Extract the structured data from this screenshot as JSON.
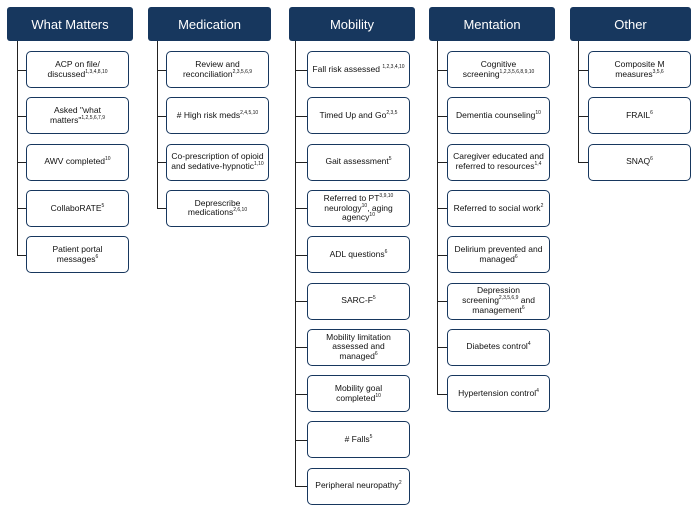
{
  "columns": [
    {
      "id": "what-matters",
      "header": "What Matters",
      "items": [
        {
          "parts": [
            {
              "t": "ACP on file/ discussed"
            },
            {
              "s": "1,3,4,8,10"
            }
          ]
        },
        {
          "parts": [
            {
              "t": "Asked \"what matters\""
            },
            {
              "s": "1,2,5,6,7,9"
            }
          ]
        },
        {
          "parts": [
            {
              "t": "AWV  completed"
            },
            {
              "s": "10"
            }
          ]
        },
        {
          "parts": [
            {
              "t": "CollaboRATE"
            },
            {
              "s": "5"
            }
          ]
        },
        {
          "parts": [
            {
              "t": "Patient portal messages"
            },
            {
              "s": "6"
            }
          ]
        }
      ]
    },
    {
      "id": "medication",
      "header": "Medication",
      "items": [
        {
          "parts": [
            {
              "t": "Review and reconciliation"
            },
            {
              "s": "2,3,5,6,9"
            }
          ]
        },
        {
          "parts": [
            {
              "t": "# High risk meds"
            },
            {
              "s": "2,4,5,10"
            }
          ]
        },
        {
          "parts": [
            {
              "t": "Co-prescription of opioid and sedative-hypnotic"
            },
            {
              "s": "1,10"
            }
          ]
        },
        {
          "parts": [
            {
              "t": "Deprescribe medications"
            },
            {
              "s": "2,6,10"
            }
          ]
        }
      ]
    },
    {
      "id": "mobility",
      "header": "Mobility",
      "items": [
        {
          "parts": [
            {
              "t": "Fall risk assessed "
            },
            {
              "s": "1,2,3,4,10"
            }
          ]
        },
        {
          "parts": [
            {
              "t": "Timed Up and Go"
            },
            {
              "s": "2,3,5"
            }
          ]
        },
        {
          "parts": [
            {
              "t": "Gait assessment"
            },
            {
              "s": "5"
            }
          ]
        },
        {
          "parts": [
            {
              "t": "Referred to PT"
            },
            {
              "s": "3,9,10"
            },
            {
              "t": " neurology"
            },
            {
              "s": "10"
            },
            {
              "t": ", aging agency"
            },
            {
              "s": "10"
            }
          ]
        },
        {
          "parts": [
            {
              "t": "ADL questions"
            },
            {
              "s": "6"
            }
          ]
        },
        {
          "parts": [
            {
              "t": "SARC-F"
            },
            {
              "s": "5"
            }
          ]
        },
        {
          "parts": [
            {
              "t": "Mobility limitation assessed and managed"
            },
            {
              "s": "6"
            }
          ]
        },
        {
          "parts": [
            {
              "t": "Mobility goal completed"
            },
            {
              "s": "10"
            }
          ]
        },
        {
          "parts": [
            {
              "t": "# Falls"
            },
            {
              "s": "5"
            }
          ]
        },
        {
          "parts": [
            {
              "t": "Peripheral neuropathy"
            },
            {
              "s": "2"
            }
          ]
        }
      ]
    },
    {
      "id": "mentation",
      "header": "Mentation",
      "items": [
        {
          "parts": [
            {
              "t": "Cognitive screening"
            },
            {
              "s": "1,2,3,5,6,8,9,10"
            }
          ]
        },
        {
          "parts": [
            {
              "t": "Dementia counseling"
            },
            {
              "s": "10"
            }
          ]
        },
        {
          "parts": [
            {
              "t": "Caregiver educated and referred to resources"
            },
            {
              "s": "1,4"
            }
          ]
        },
        {
          "parts": [
            {
              "t": "Referred to social work"
            },
            {
              "s": "2"
            }
          ]
        },
        {
          "parts": [
            {
              "t": "Delirium prevented and managed"
            },
            {
              "s": "6"
            }
          ]
        },
        {
          "parts": [
            {
              "t": "Depression screening"
            },
            {
              "s": "2,3,5,6,9"
            },
            {
              "t": " and management"
            },
            {
              "s": "6"
            }
          ]
        },
        {
          "parts": [
            {
              "t": "Diabetes control"
            },
            {
              "s": "4"
            }
          ]
        },
        {
          "parts": [
            {
              "t": "Hypertension control"
            },
            {
              "s": "4"
            }
          ]
        }
      ]
    },
    {
      "id": "other",
      "header": "Other",
      "items": [
        {
          "parts": [
            {
              "t": "Composite M measures"
            },
            {
              "s": "3,5,6"
            }
          ]
        },
        {
          "parts": [
            {
              "t": "FRAIL"
            },
            {
              "s": "6"
            }
          ]
        },
        {
          "parts": [
            {
              "t": "SNAQ"
            },
            {
              "s": "6"
            }
          ]
        }
      ]
    }
  ]
}
